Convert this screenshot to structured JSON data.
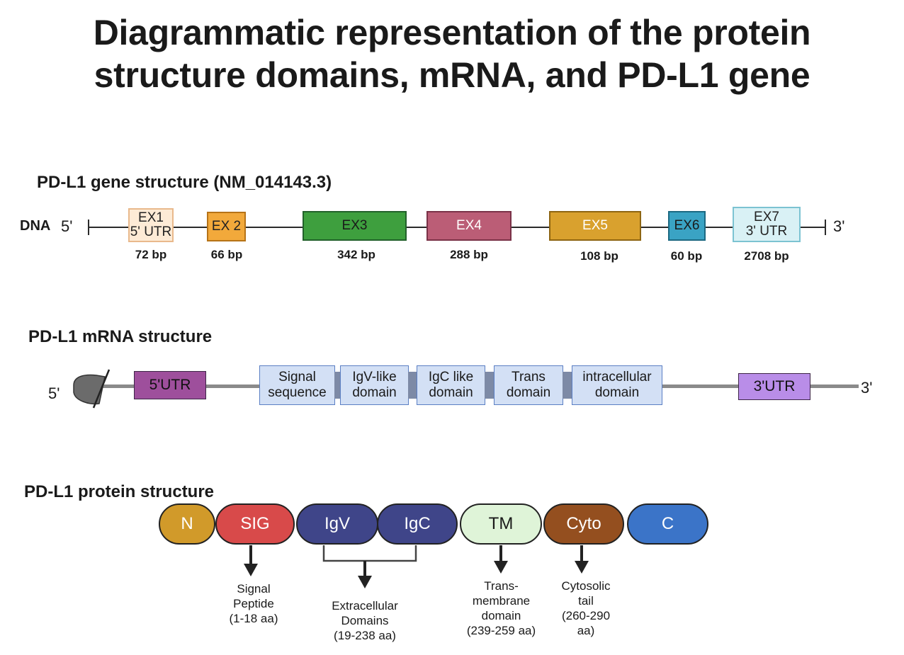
{
  "title_line1": "Diagrammatic representation of the protein",
  "title_line2": "structure domains, mRNA, and PD-L1 gene",
  "gene": {
    "title": "PD-L1 gene structure (NM_014143.3)",
    "dna_label": "DNA",
    "five_prime": "5'",
    "three_prime": "3'",
    "exons": [
      {
        "line1": "EX1",
        "line2": "5' UTR",
        "bp": "72 bp",
        "fill": "#fdebd6",
        "border": "#e9b98c",
        "text": "#222222"
      },
      {
        "line1": "EX 2",
        "line2": "",
        "bp": "66 bp",
        "fill": "#f2a93b",
        "border": "#b67318",
        "text": "#222222"
      },
      {
        "line1": "EX3",
        "line2": "",
        "bp": "342 bp",
        "fill": "#3e9f3e",
        "border": "#22612a",
        "text": "#1a1a1a"
      },
      {
        "line1": "EX4",
        "line2": "",
        "bp": "288 bp",
        "fill": "#bb5d76",
        "border": "#7a3248",
        "text": "#ffffff"
      },
      {
        "line1": "EX5",
        "line2": "",
        "bp": "108 bp",
        "fill": "#d9a12e",
        "border": "#8e6512",
        "text": "#ffffff"
      },
      {
        "line1": "EX6",
        "line2": "",
        "bp": "60 bp",
        "fill": "#3aa3c4",
        "border": "#1c6982",
        "text": "#1a1a1a"
      },
      {
        "line1": "EX7",
        "line2": "3' UTR",
        "bp": "2708 bp",
        "fill": "#d9f1f5",
        "border": "#7cc3d2",
        "text": "#222222"
      }
    ]
  },
  "mrna": {
    "title": "PD-L1 mRNA structure",
    "five_prime": "5'",
    "three_prime": "3'",
    "utr5": "5'UTR",
    "utr3": "3'UTR",
    "utr5_fill": "#9e4f9c",
    "utr3_fill": "#b98de8",
    "cap_icon": "mrna-cap-icon",
    "boxes": [
      {
        "line1": "Signal",
        "line2": "sequence"
      },
      {
        "line1": "IgV-like",
        "line2": "domain"
      },
      {
        "line1": "IgC like",
        "line2": "domain"
      },
      {
        "line1": "Trans",
        "line2": "domain"
      },
      {
        "line1": "intracellular",
        "line2": "domain"
      }
    ]
  },
  "protein": {
    "title": "PD-L1 protein structure",
    "domains": [
      {
        "label": "N",
        "fill": "#d19a2a",
        "text": "#ffffff"
      },
      {
        "label": "SIG",
        "fill": "#d84a4a",
        "text": "#ffffff"
      },
      {
        "label": "IgV",
        "fill": "#3f4589",
        "text": "#ffffff"
      },
      {
        "label": "IgC",
        "fill": "#3f4589",
        "text": "#ffffff"
      },
      {
        "label": "TM",
        "fill": "#dff4d8",
        "text": "#1a1a1a"
      },
      {
        "label": "Cyto",
        "fill": "#944f1f",
        "text": "#ffffff"
      },
      {
        "label": "C",
        "fill": "#3b74c8",
        "text": "#ffffff"
      }
    ],
    "annotations": [
      {
        "lines": [
          "Signal",
          "Peptide",
          "(1-18 aa)"
        ]
      },
      {
        "lines": [
          "Extracellular",
          "Domains",
          "(19-238 aa)"
        ]
      },
      {
        "lines": [
          "Trans-",
          "membrane",
          "domain",
          "(239-259 aa)"
        ]
      },
      {
        "lines": [
          "Cytosolic",
          "tail",
          "(260-290",
          "aa)"
        ]
      }
    ]
  }
}
